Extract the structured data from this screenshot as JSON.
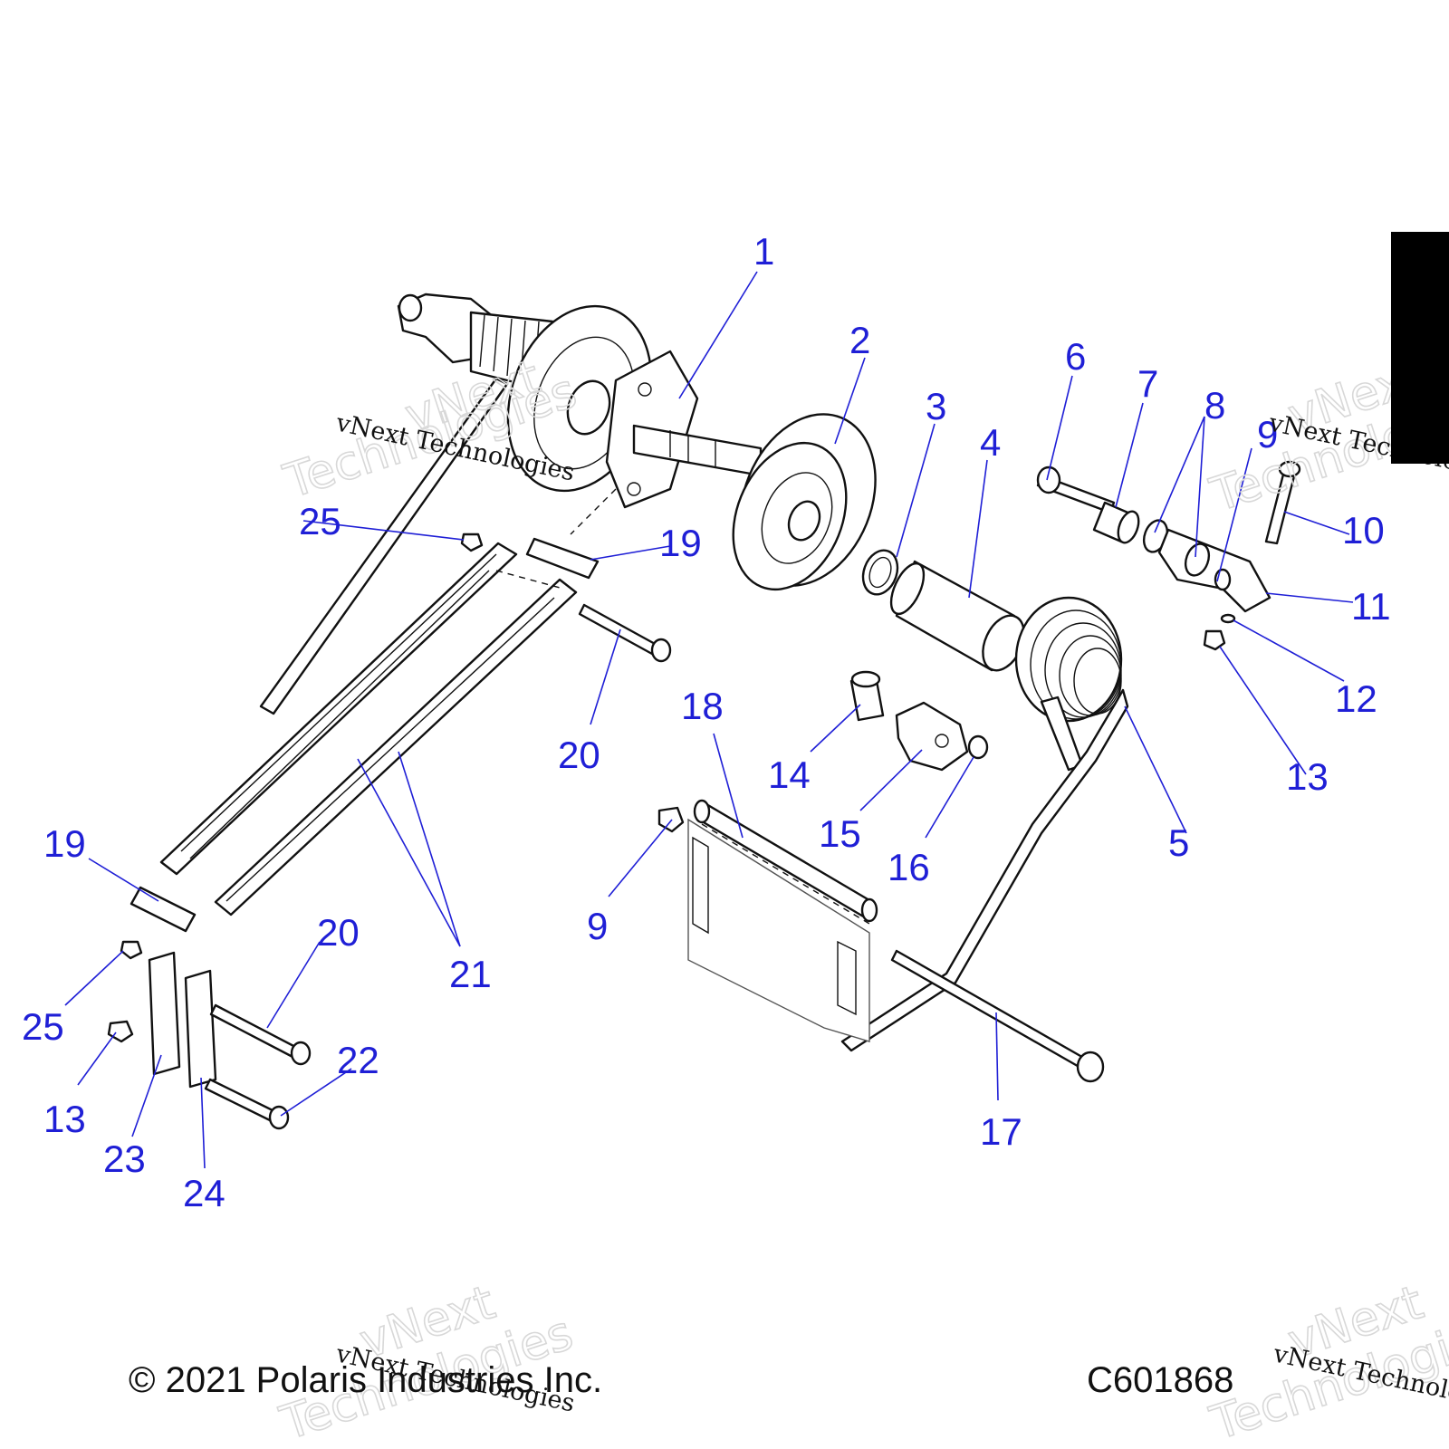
{
  "diagram": {
    "copyright": "© 2021 Polaris Industries Inc.",
    "drawing_number": "C601868",
    "watermark": {
      "line": "vNext Technologies",
      "big_top": "vNext",
      "big_bottom": "Technologies"
    },
    "callouts": [
      "1",
      "2",
      "3",
      "4",
      "5",
      "6",
      "7",
      "8",
      "9",
      "10",
      "11",
      "12",
      "13",
      "14",
      "15",
      "16",
      "17",
      "18",
      "19",
      "20",
      "21",
      "22",
      "23",
      "24",
      "25"
    ]
  }
}
